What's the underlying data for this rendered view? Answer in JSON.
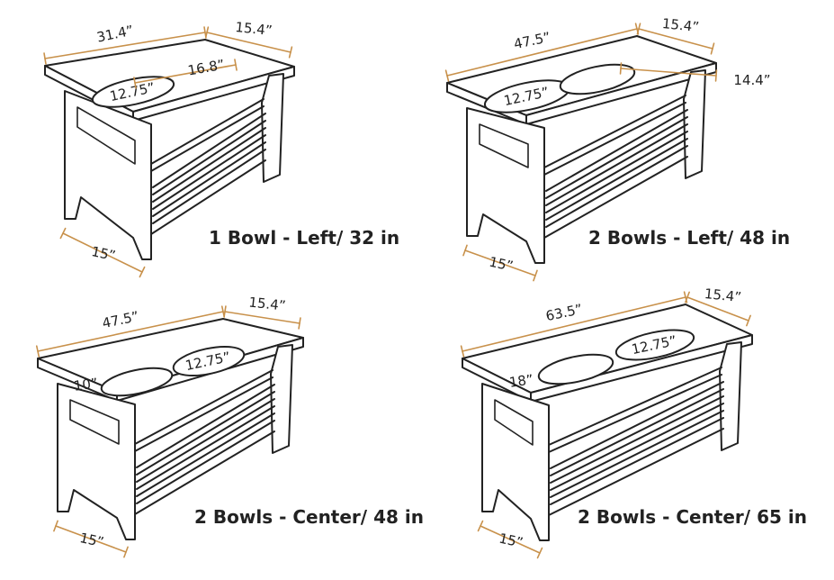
{
  "colors": {
    "line": "#222222",
    "dimension": "#c8914b",
    "background": "#ffffff"
  },
  "variants": [
    {
      "caption": "1 Bowl - Left/ 32 in",
      "labels": {
        "top_length": "31.4”",
        "top_width": "15.4”",
        "bowl_diameter": "12.75”",
        "bowl_offset": "16.8”",
        "base_width": "15”"
      }
    },
    {
      "caption": "2 Bowls - Left/ 48 in",
      "labels": {
        "top_length": "47.5”",
        "top_width": "15.4”",
        "bowl_diameter": "12.75”",
        "bowl_offset": "14.4”",
        "base_width": "15”"
      }
    },
    {
      "caption": "2 Bowls - Center/ 48 in",
      "labels": {
        "top_length": "47.5”",
        "top_width": "15.4”",
        "bowl_diameter": "12.75”",
        "bowl_offset": "10”",
        "base_width": "15”"
      }
    },
    {
      "caption": "2 Bowls - Center/ 65 in",
      "labels": {
        "top_length": "63.5”",
        "top_width": "15.4”",
        "bowl_diameter": "12.75”",
        "bowl_offset": "18”",
        "base_width": "15”"
      }
    }
  ]
}
